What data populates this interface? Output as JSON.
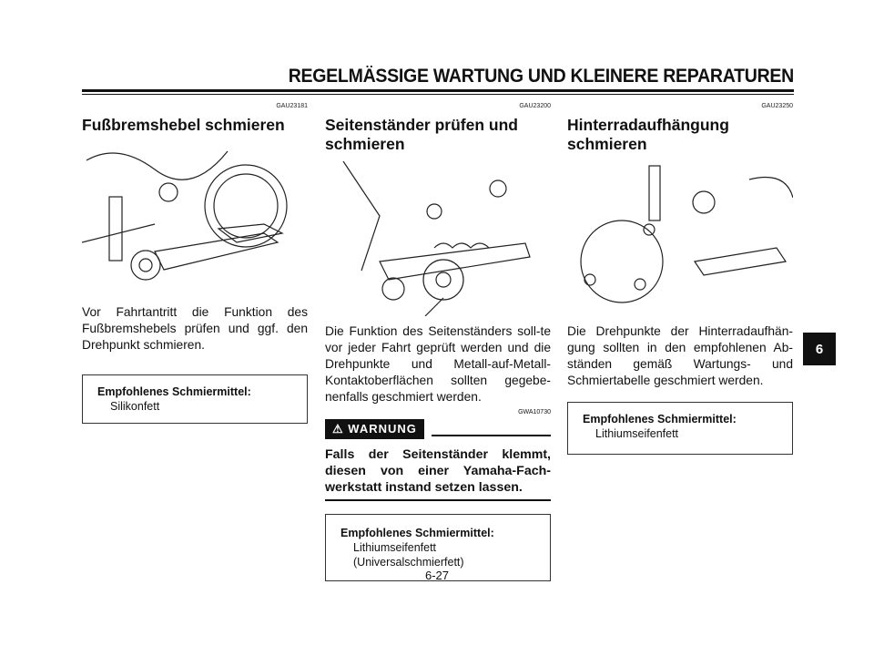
{
  "header": {
    "title": "REGELMÄSSIGE WARTUNG UND KLEINERE REPARATUREN"
  },
  "chapter_tab": "6",
  "page_number": "6-27",
  "sections": [
    {
      "code": "GAU23181",
      "title": "Fußbremshebel schmieren",
      "body": "Vor Fahrtantritt die Funktion des Fußbremshebels prüfen und ggf. den Drehpunkt schmieren.",
      "box": {
        "title": "Empfohlenes Schmiermittel:",
        "values": [
          "Silikonfett"
        ]
      }
    },
    {
      "code": "GAU23200",
      "title": "Seitenständer prüfen und schmieren",
      "body": "Die Funktion des Seitenständers soll-te vor jeder Fahrt geprüft werden und die Drehpunkte und Metall-auf-Metall-Kontaktoberflächen sollten gegebe-nenfalls geschmiert werden.",
      "warning": {
        "code": "GWA10730",
        "label": "WARNUNG",
        "text": "Falls der Seitenständer klemmt, diesen von einer Yamaha-Fach-werkstatt instand setzen lassen."
      },
      "box": {
        "title": "Empfohlenes Schmiermittel:",
        "values": [
          "Lithiumseifenfett",
          "(Universalschmierfett)"
        ]
      }
    },
    {
      "code": "GAU23250",
      "title": "Hinterradaufhängung schmieren",
      "body": "Die Drehpunkte der Hinterradaufhän-gung sollten in den empfohlenen Ab-ständen gemäß Wartungs- und Schmiertabelle geschmiert werden.",
      "box": {
        "title": "Empfohlenes Schmiermittel:",
        "values": [
          "Lithiumseifenfett"
        ]
      }
    }
  ]
}
